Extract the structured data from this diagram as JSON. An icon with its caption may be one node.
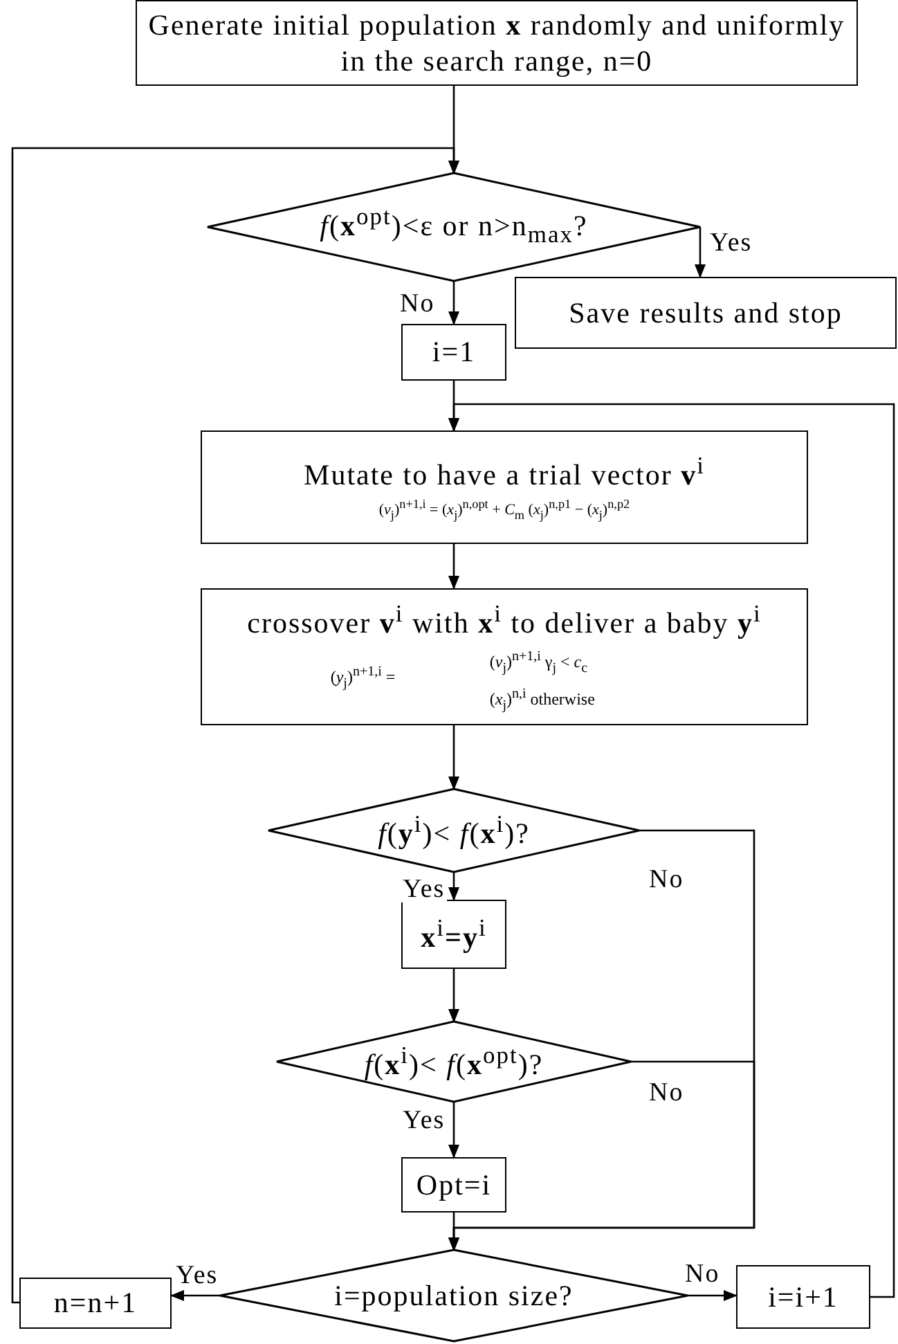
{
  "diagram": {
    "nodes": [
      {
        "text": [
          "Generate initial population **x** randomly and uniformly in the search range, n=0"
        ]
      },
      {
        "text": [
          "*f*(**x**$^{opt}$)<ε or n>n$_{max}$?"
        ]
      },
      {
        "text": [
          "Save results and stop"
        ]
      },
      {
        "text": [
          "i=1"
        ]
      },
      {
        "text": [
          "Mutate to have a trial vector **v**$^{i}$",
          "(*v*$_{j}$)$^{n+1,i}$ = (*x*$_{j}$)$^{n,opt}$ + *C*$_{m}$ (*x*$_{j}$)$^{n,p1}$ − (*x*$_{j}$)$^{n,p2}$"
        ]
      },
      {
        "text": [
          "crossover **v**$^{i}$ with **x**$^{i}$ to deliver a baby **y**$^{i}$",
          "(*y*$_{j}$)$^{n+1,i}$ =",
          "(*v*$_{j}$)$^{n+1,i}$   γ$_{j}$ < *c*$_{c}$",
          "(*x*$_{j}$)$^{n,i}$   otherwise"
        ]
      },
      {
        "text": [
          "*f*(**y**$^{i}$)< *f*(**x**$^{i}$)?"
        ]
      },
      {
        "text": [
          "**x**$^{i}$**=y**$^{i}$"
        ]
      },
      {
        "text": [
          "*f*(**x**$^{i}$)< *f*(**x**$^{opt}$)?"
        ]
      },
      {
        "text": [
          "Opt=i"
        ]
      },
      {
        "text": [
          "i=population size?"
        ]
      },
      {
        "text": [
          "n=n+1"
        ]
      },
      {
        "text": [
          "i=i+1"
        ]
      }
    ],
    "edges": [
      {
        "from": 0,
        "to": 1,
        "arrow": "to"
      },
      {
        "from": 1,
        "to": 2,
        "arrow": "to",
        "label": "Yes"
      },
      {
        "from": 1,
        "to": 3,
        "arrow": "to",
        "label": "No"
      },
      {
        "from": 3,
        "to": 4,
        "arrow": "to"
      },
      {
        "from": 4,
        "to": 5,
        "arrow": "to"
      },
      {
        "from": 5,
        "to": 6,
        "arrow": "to"
      },
      {
        "from": 6,
        "to": 7,
        "arrow": "to",
        "label": "Yes"
      },
      {
        "from": 6,
        "to": 10,
        "arrow": "to",
        "label": "No"
      },
      {
        "from": 7,
        "to": 8,
        "arrow": "to"
      },
      {
        "from": 8,
        "to": 9,
        "arrow": "to",
        "label": "Yes"
      },
      {
        "from": 8,
        "to": 10,
        "arrow": "to",
        "label": "No"
      },
      {
        "from": 9,
        "to": 10,
        "arrow": "to"
      },
      {
        "from": 10,
        "to": 11,
        "arrow": "to",
        "label": "Yes"
      },
      {
        "from": 10,
        "to": 12,
        "arrow": "to",
        "label": "No"
      },
      {
        "from": 11,
        "to": 1,
        "arrow": "to"
      },
      {
        "from": 12,
        "to": 4,
        "arrow": "to"
      }
    ]
  }
}
